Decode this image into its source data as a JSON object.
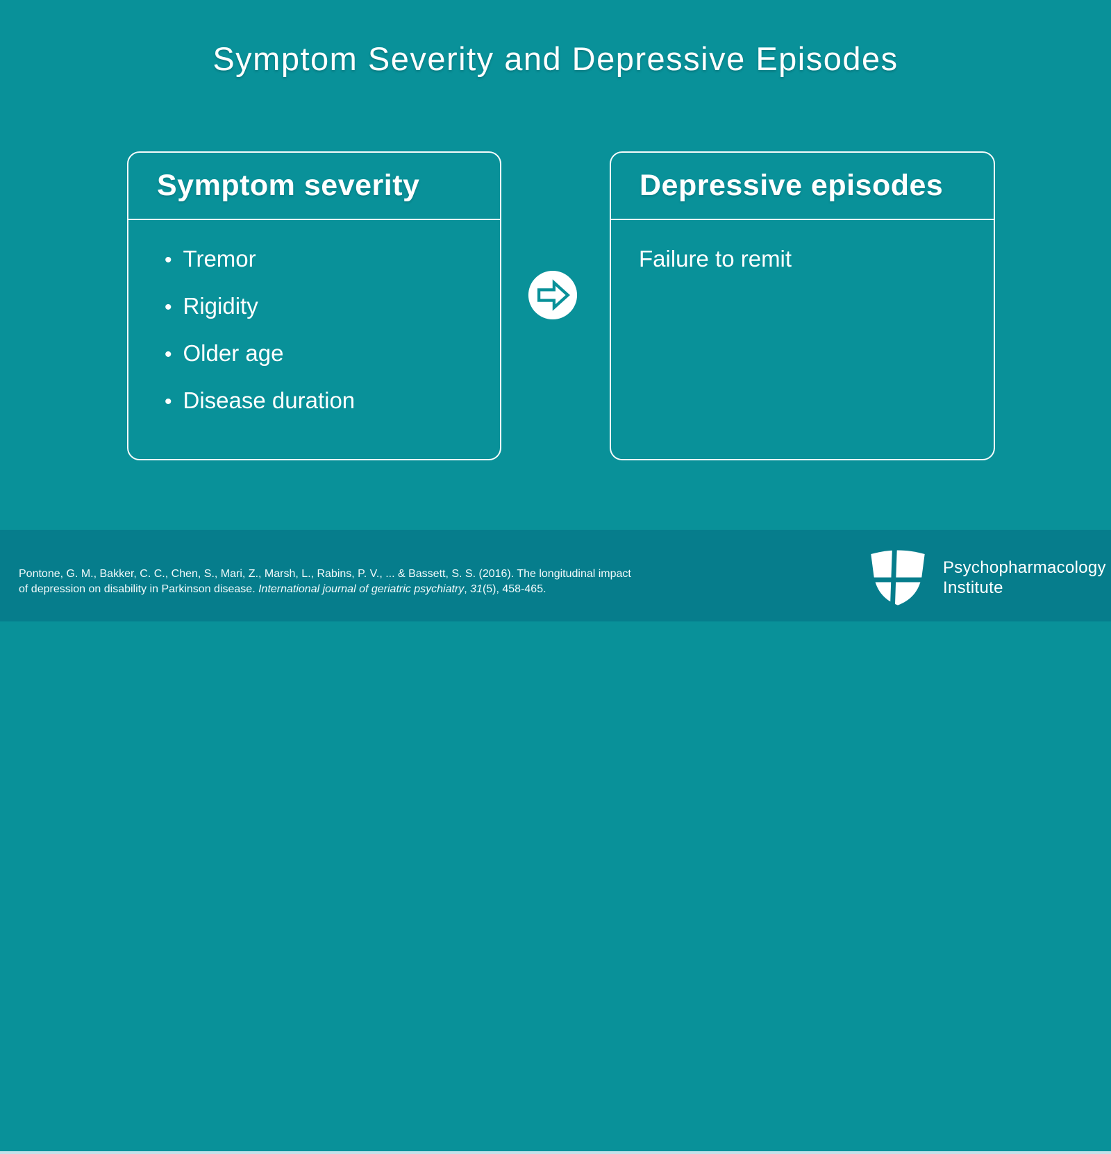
{
  "slide": {
    "title": "Symptom Severity and Depressive Episodes"
  },
  "boxes": {
    "left": {
      "header": "Symptom severity",
      "bullet": "•",
      "items": [
        "Tremor",
        "Rigidity",
        "Older age",
        "Disease duration"
      ]
    },
    "right": {
      "header": "Depressive episodes",
      "content": "Failure to remit"
    }
  },
  "arrow": {
    "icon": "right-arrow-in-circle"
  },
  "footer": {
    "citation": {
      "line1": "Pontone, G. M., Bakker, C. C., Chen, S., Mari, Z., Marsh, L., Rabins, P. V., ... & Bassett, S. S. (2016). The longitudinal impact",
      "line2_prefix": "of depression on disability in Parkinson disease. ",
      "line2_journal": "International journal of geriatric psychiatry",
      "line2_sep": ", ",
      "line2_volume": "31",
      "line2_suffix": "(5), 458-465."
    },
    "logo": {
      "line1": "Psychopharmacology",
      "line2": "Institute"
    }
  },
  "colors": {
    "background": "#099199",
    "footer_background": "#067D8C",
    "bottom_strip": "#C3E3EA",
    "text": "#FFFFFF"
  }
}
